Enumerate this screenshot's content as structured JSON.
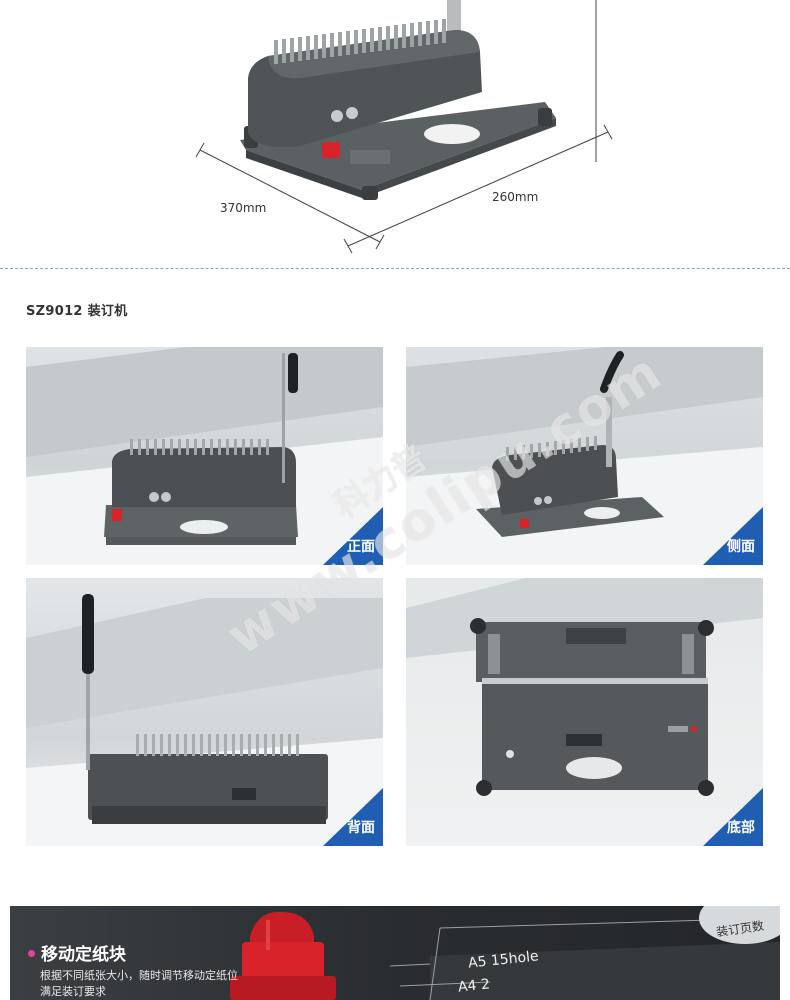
{
  "dimensions": {
    "width_label": "370mm",
    "depth_label": "260mm"
  },
  "model": {
    "title": "SZ9012 装订机"
  },
  "views": [
    {
      "label": "正面"
    },
    {
      "label": "侧面"
    },
    {
      "label": "背面"
    },
    {
      "label": "底部"
    }
  ],
  "watermark": {
    "chinese": "科力普",
    "url": "www.colipu.com"
  },
  "feature": {
    "title": "移动定纸块",
    "description_line1": "根据不同纸张大小，随时调节移动定纸位",
    "description_line2": "满足装订要求",
    "panel_text_a5": "A5 15hole",
    "panel_text_a4": "A4 2",
    "panel_badge": "装订页数"
  },
  "colors": {
    "machine_body": "#4a4f52",
    "corner_badge": "#1f5eb3",
    "knob_red": "#d8232a",
    "bullet_pink": "#e5409b",
    "divider_blue": "#7ea7d6"
  }
}
